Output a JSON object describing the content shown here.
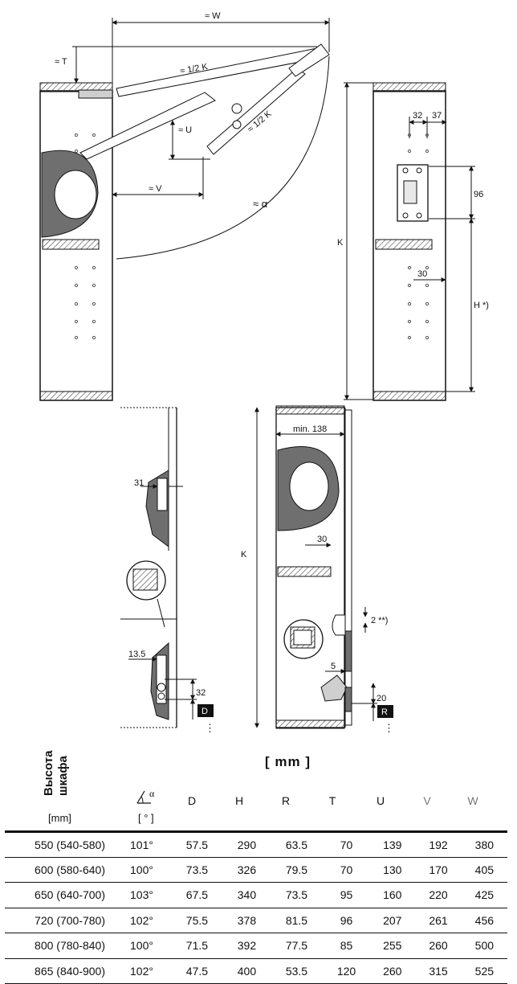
{
  "diagram": {
    "labels": {
      "w": "≈ W",
      "t": "≈ T",
      "half_k_top": "≈ 1/2 K",
      "half_k_mid": "≈ 1/2 K",
      "u": "≈ U",
      "v": "≈ V",
      "alpha": "≈ α",
      "k_side": "K",
      "dim_32": "32",
      "dim_37": "37",
      "dim_96": "96",
      "dim_30_right": "30",
      "h_star": "H *)",
      "dim_31": "31",
      "dim_13_5": "13.5",
      "dim_32_bottom": "32",
      "d_box": "D",
      "min_138": "min. 138",
      "k_front": "K",
      "dim_30_front": "30",
      "two_star": "2 **)",
      "dim_5": "5",
      "dim_20": "20",
      "r_box": "R"
    }
  },
  "table": {
    "side_title_line1": "Высота",
    "side_title_line2": "шкафа",
    "unit_title": "[ mm ]",
    "first_unit": "[mm]",
    "alpha_unit": "[ ° ]",
    "alpha_symbol": "α",
    "headers": [
      "D",
      "H",
      "R",
      "T",
      "U",
      "V",
      "W"
    ],
    "rows": [
      {
        "height": "550 (540-580)",
        "alpha": "101°",
        "D": "57.5",
        "H": "290",
        "R": "63.5",
        "T": "70",
        "U": "139",
        "V": "192",
        "W": "380"
      },
      {
        "height": "600 (580-640)",
        "alpha": "100°",
        "D": "73.5",
        "H": "326",
        "R": "79.5",
        "T": "70",
        "U": "130",
        "V": "170",
        "W": "405"
      },
      {
        "height": "650 (640-700)",
        "alpha": "103°",
        "D": "67.5",
        "H": "340",
        "R": "73.5",
        "T": "95",
        "U": "160",
        "V": "220",
        "W": "425"
      },
      {
        "height": "720 (700-780)",
        "alpha": "102°",
        "D": "75.5",
        "H": "378",
        "R": "81.5",
        "T": "96",
        "U": "207",
        "V": "261",
        "W": "456"
      },
      {
        "height": "800 (780-840)",
        "alpha": "100°",
        "D": "71.5",
        "H": "392",
        "R": "77.5",
        "T": "85",
        "U": "255",
        "V": "260",
        "W": "500"
      },
      {
        "height": "865 (840-900)",
        "alpha": "102°",
        "D": "47.5",
        "H": "400",
        "R": "53.5",
        "T": "120",
        "U": "260",
        "V": "315",
        "W": "525"
      }
    ]
  }
}
